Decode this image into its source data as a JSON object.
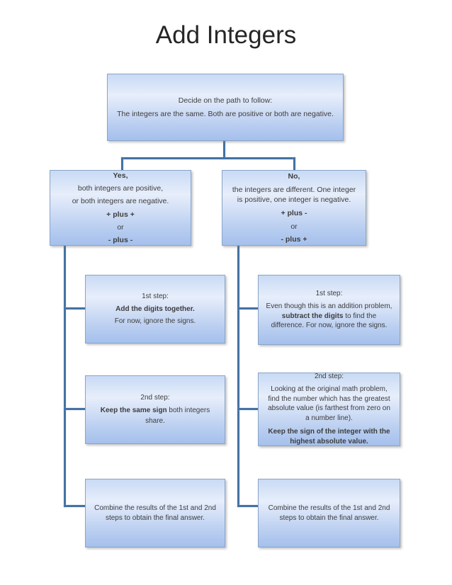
{
  "title": "Add Integers",
  "colors": {
    "background": "#ffffff",
    "box_fill_top": "#c8daf5",
    "box_fill_mid": "#e7eefb",
    "box_fill_bottom": "#a5c0ed",
    "box_border": "#8aa5c6",
    "connector": "#4472a4",
    "text": "#3d3d3d",
    "title_text": "#262626"
  },
  "flowchart": {
    "root": {
      "line1": "Decide on the path to follow:",
      "line2": "The integers are the same. Both are positive or both are negative."
    },
    "yes_branch": {
      "heading": "Yes,",
      "line2": "both integers are positive,",
      "line3": "or both integers are negative.",
      "line4": "+ plus +",
      "line5": "or",
      "line6": "- plus -"
    },
    "no_branch": {
      "heading": "No,",
      "body": "the integers are different. One integer is positive, one integer is negative.",
      "line4": "+ plus -",
      "line5": "or",
      "line6": "- plus +"
    },
    "yes_steps": {
      "step1": {
        "label": "1st step:",
        "bold": "Add the digits together.",
        "text": "For now, ignore the signs."
      },
      "step2": {
        "label": "2nd step:",
        "bold": "Keep the same sign",
        "rest": " both integers share."
      },
      "step3": {
        "text": "Combine the results of the 1st and 2nd steps to obtain the final answer."
      }
    },
    "no_steps": {
      "step1": {
        "label": "1st step:",
        "pre": "Even though this is an addition problem, ",
        "bold": "subtract the digits",
        "post": " to find the difference. For now, ignore the signs."
      },
      "step2": {
        "label": "2nd step:",
        "body": "Looking at the original math problem, find the number which has the greatest absolute value (is farthest from zero on a number line).",
        "bold": "Keep the sign of the integer with the highest absolute value."
      },
      "step3": {
        "text": "Combine the results of the 1st and 2nd steps to obtain the final answer."
      }
    }
  }
}
